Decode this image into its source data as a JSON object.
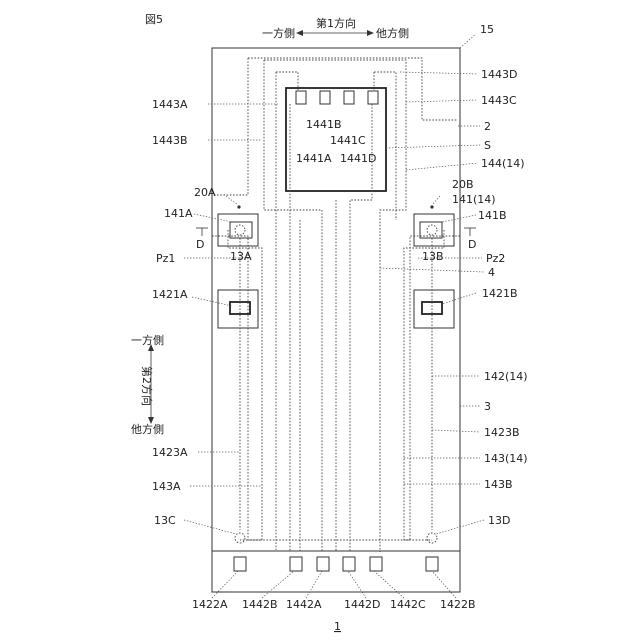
{
  "figure": {
    "title": "図5",
    "page_number": "1",
    "direction1": {
      "one_side": "一方側",
      "label": "第1方向",
      "other_side": "他方側"
    },
    "direction2": {
      "one_side": "一方側",
      "label": "第2方向",
      "other_side": "他方側"
    },
    "labels": {
      "l15": "15",
      "l1443D": "1443D",
      "l1443A": "1443A",
      "l1443C": "1443C",
      "l1441B": "1441B",
      "l2": "2",
      "l1443B": "1443B",
      "l1441C": "1441C",
      "lS": "S",
      "l1441A": "1441A",
      "l1441D": "1441D",
      "l144": "144(14)",
      "l20A": "20A",
      "l20B": "20B",
      "l141_14": "141(14)",
      "l141A": "141A",
      "l141B": "141B",
      "lD_left": "D",
      "lD_right": "D",
      "lPz1": "Pz1",
      "l13A": "13A",
      "l13B": "13B",
      "lPz2": "Pz2",
      "l4": "4",
      "l1421A": "1421A",
      "l1421B": "1421B",
      "l142_14": "142(14)",
      "l3": "3",
      "l1423B": "1423B",
      "l1423A": "1423A",
      "l143_14": "143(14)",
      "l143A": "143A",
      "l143B": "143B",
      "l13C": "13C",
      "l13D": "13D",
      "l1422A": "1422A",
      "l1442B": "1442B",
      "l1442A": "1442A",
      "l1442D": "1442D",
      "l1442C": "1442C",
      "l1422B": "1422B"
    }
  }
}
